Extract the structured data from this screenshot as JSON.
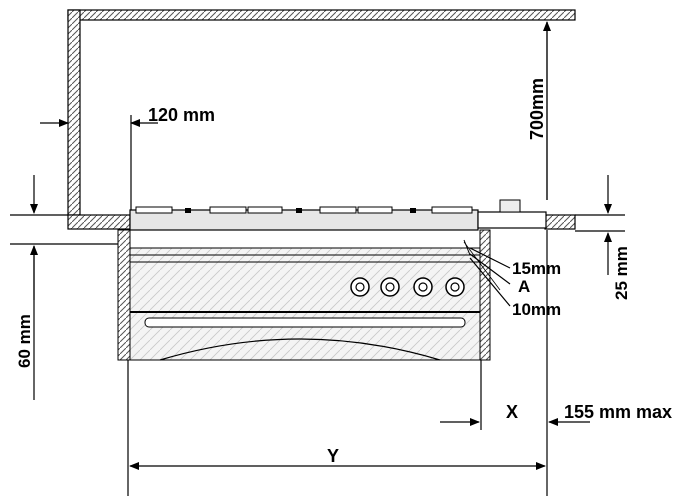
{
  "labels": {
    "side_clearance": "120 mm",
    "wall_height": "700mm",
    "gap_top": "15mm",
    "point_a": "A",
    "gap_bottom": "10mm",
    "worktop_thickness": "25 mm",
    "cabinet_depth_left": "60 mm",
    "dim_x": "X",
    "max_offset": "155 mm max",
    "dim_y": "Y"
  },
  "colors": {
    "line": "#000000",
    "hatch": "#888888",
    "oven_fill": "#f2f2f2",
    "hob_fill": "#e6e6e6"
  }
}
